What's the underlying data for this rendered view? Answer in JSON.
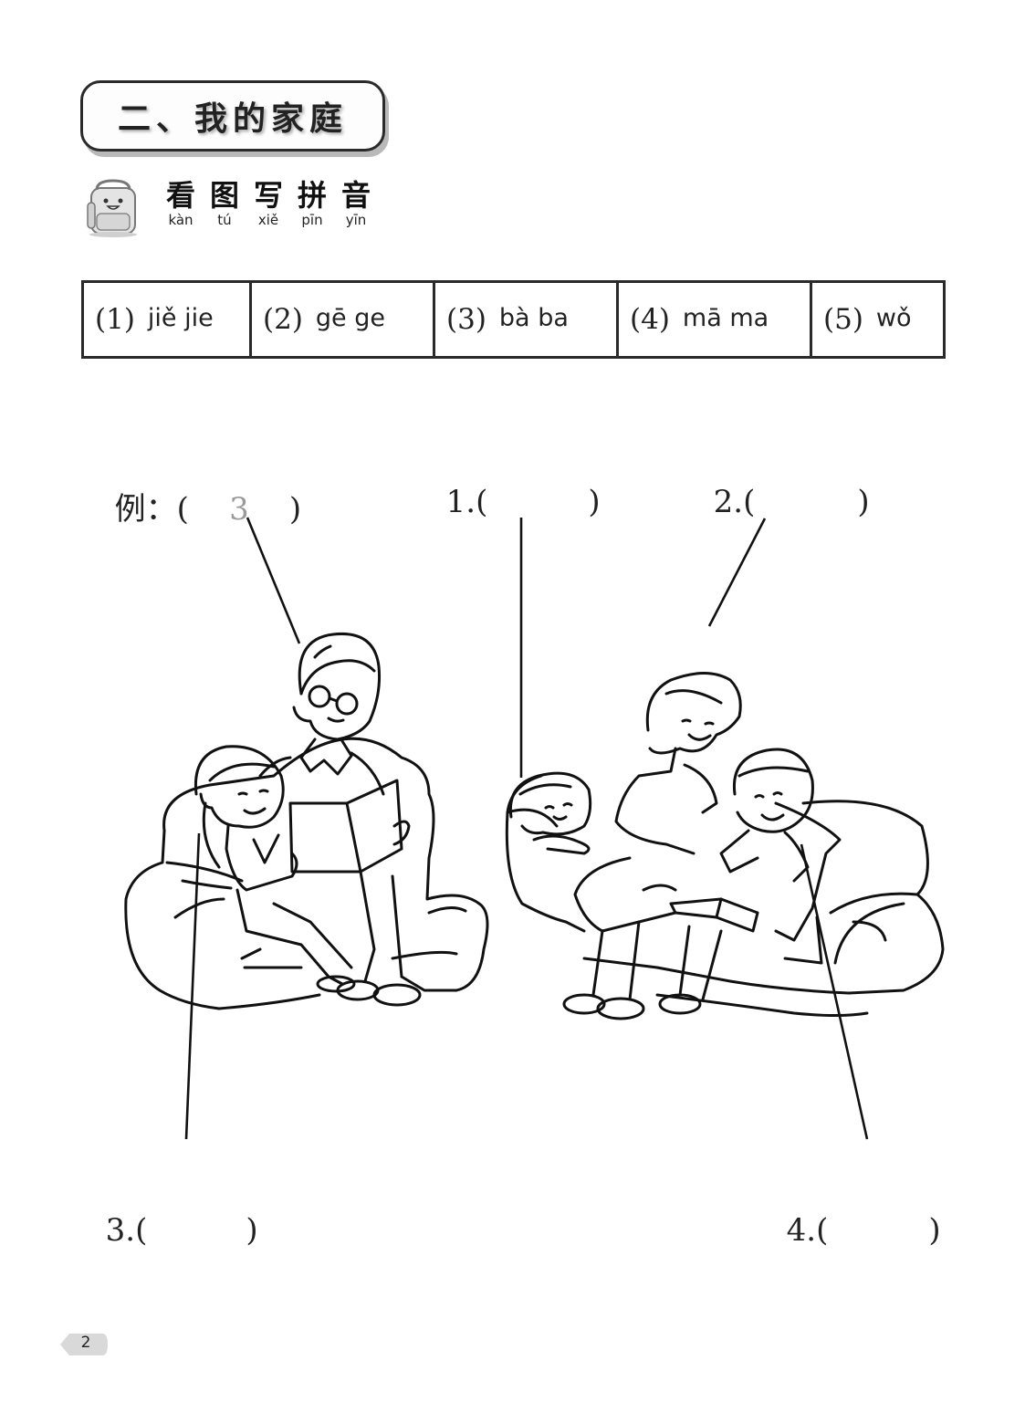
{
  "title": {
    "text": "二、我的家庭"
  },
  "section": {
    "chars": [
      {
        "zh": "看",
        "py": "kàn"
      },
      {
        "zh": "图",
        "py": "tú"
      },
      {
        "zh": "写",
        "py": "xiě"
      },
      {
        "zh": "拼",
        "py": "pīn"
      },
      {
        "zh": "音",
        "py": "yīn"
      }
    ],
    "icon": "backpack-mascot-icon"
  },
  "pinyin_table": [
    {
      "num": "(1)",
      "word": "jiě jie"
    },
    {
      "num": "(2)",
      "word": "gē ge"
    },
    {
      "num": "(3)",
      "word": "bà ba"
    },
    {
      "num": "(4)",
      "word": "mā ma"
    },
    {
      "num": "(5)",
      "word": "wǒ"
    }
  ],
  "labels": {
    "example": {
      "prefix": "例：(",
      "answer": "3",
      "suffix": ")"
    },
    "q1": {
      "prefix": "1.(",
      "answer": "",
      "suffix": ")"
    },
    "q2": {
      "prefix": "2.(",
      "answer": "",
      "suffix": ")"
    },
    "q3": {
      "prefix": "3.(",
      "answer": "",
      "suffix": ")"
    },
    "q4": {
      "prefix": "4.(",
      "answer": "",
      "suffix": ")"
    }
  },
  "illustration": {
    "left_scene": "father-reading-book-with-daughter-on-sofa",
    "right_scene": "mother-with-two-sons-on-sofa"
  },
  "colors": {
    "ink": "#1a1a1a",
    "answer_gray": "#9a9a9a",
    "banner_shadow": "#b9b9b9",
    "page_tab": "#d9d9d9"
  },
  "page_number": "2"
}
